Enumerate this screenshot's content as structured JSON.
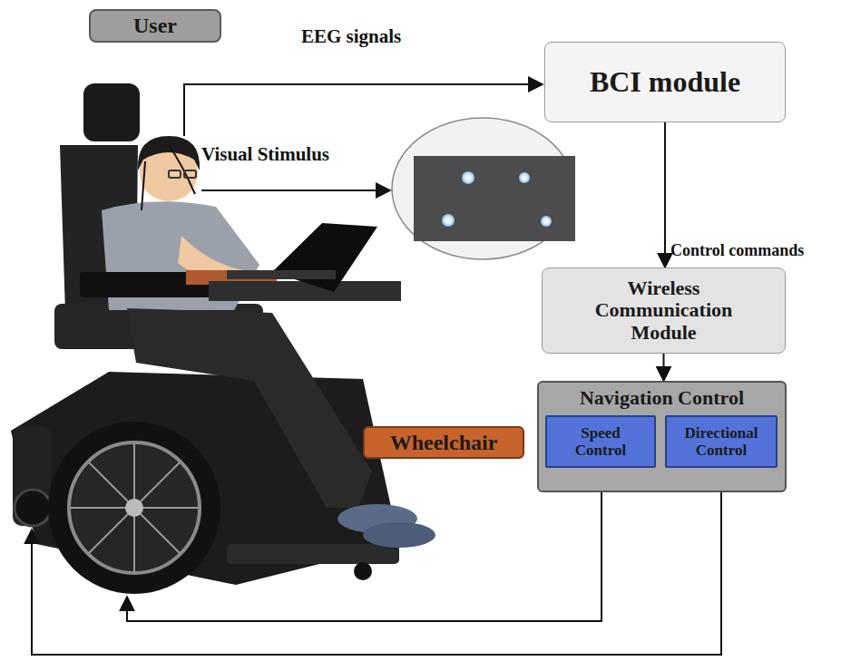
{
  "diagram": {
    "nodes": [
      {
        "text": [
          "User"
        ]
      },
      {
        "text": [
          "BCI module"
        ]
      },
      {
        "text": [
          "Wireless Communication Module"
        ]
      },
      {
        "text": [
          "Navigation Control"
        ]
      },
      {
        "text": [
          "Speed Control"
        ],
        "in": 3
      },
      {
        "text": [
          "Directional Control"
        ],
        "in": 3
      },
      {
        "text": [
          "Wheelchair"
        ]
      }
    ],
    "edges": [
      {
        "from": 1,
        "to": 2,
        "arrow": "to",
        "label": "Control commands"
      },
      {
        "from": 2,
        "to": 3,
        "arrow": "to"
      }
    ],
    "labels": [
      "EEG signals",
      "Visual Stimulus"
    ]
  }
}
